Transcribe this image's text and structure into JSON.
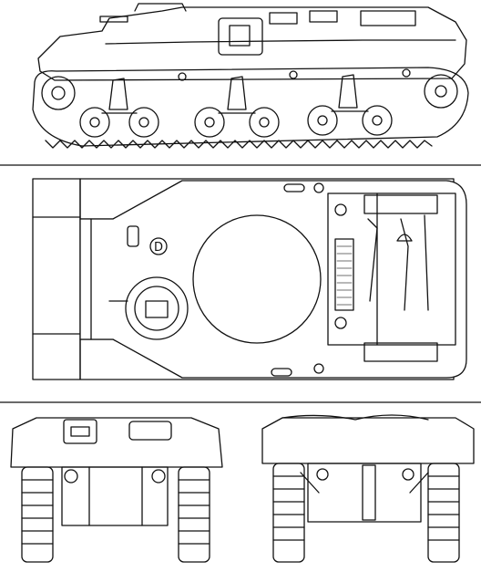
{
  "drawing": {
    "views": [
      "side",
      "top",
      "front",
      "rear"
    ],
    "markings": {
      "top_view_letter": "D"
    },
    "colors": {
      "ink": "#111111",
      "paper": "#ffffff",
      "hatch": "#444444"
    }
  }
}
